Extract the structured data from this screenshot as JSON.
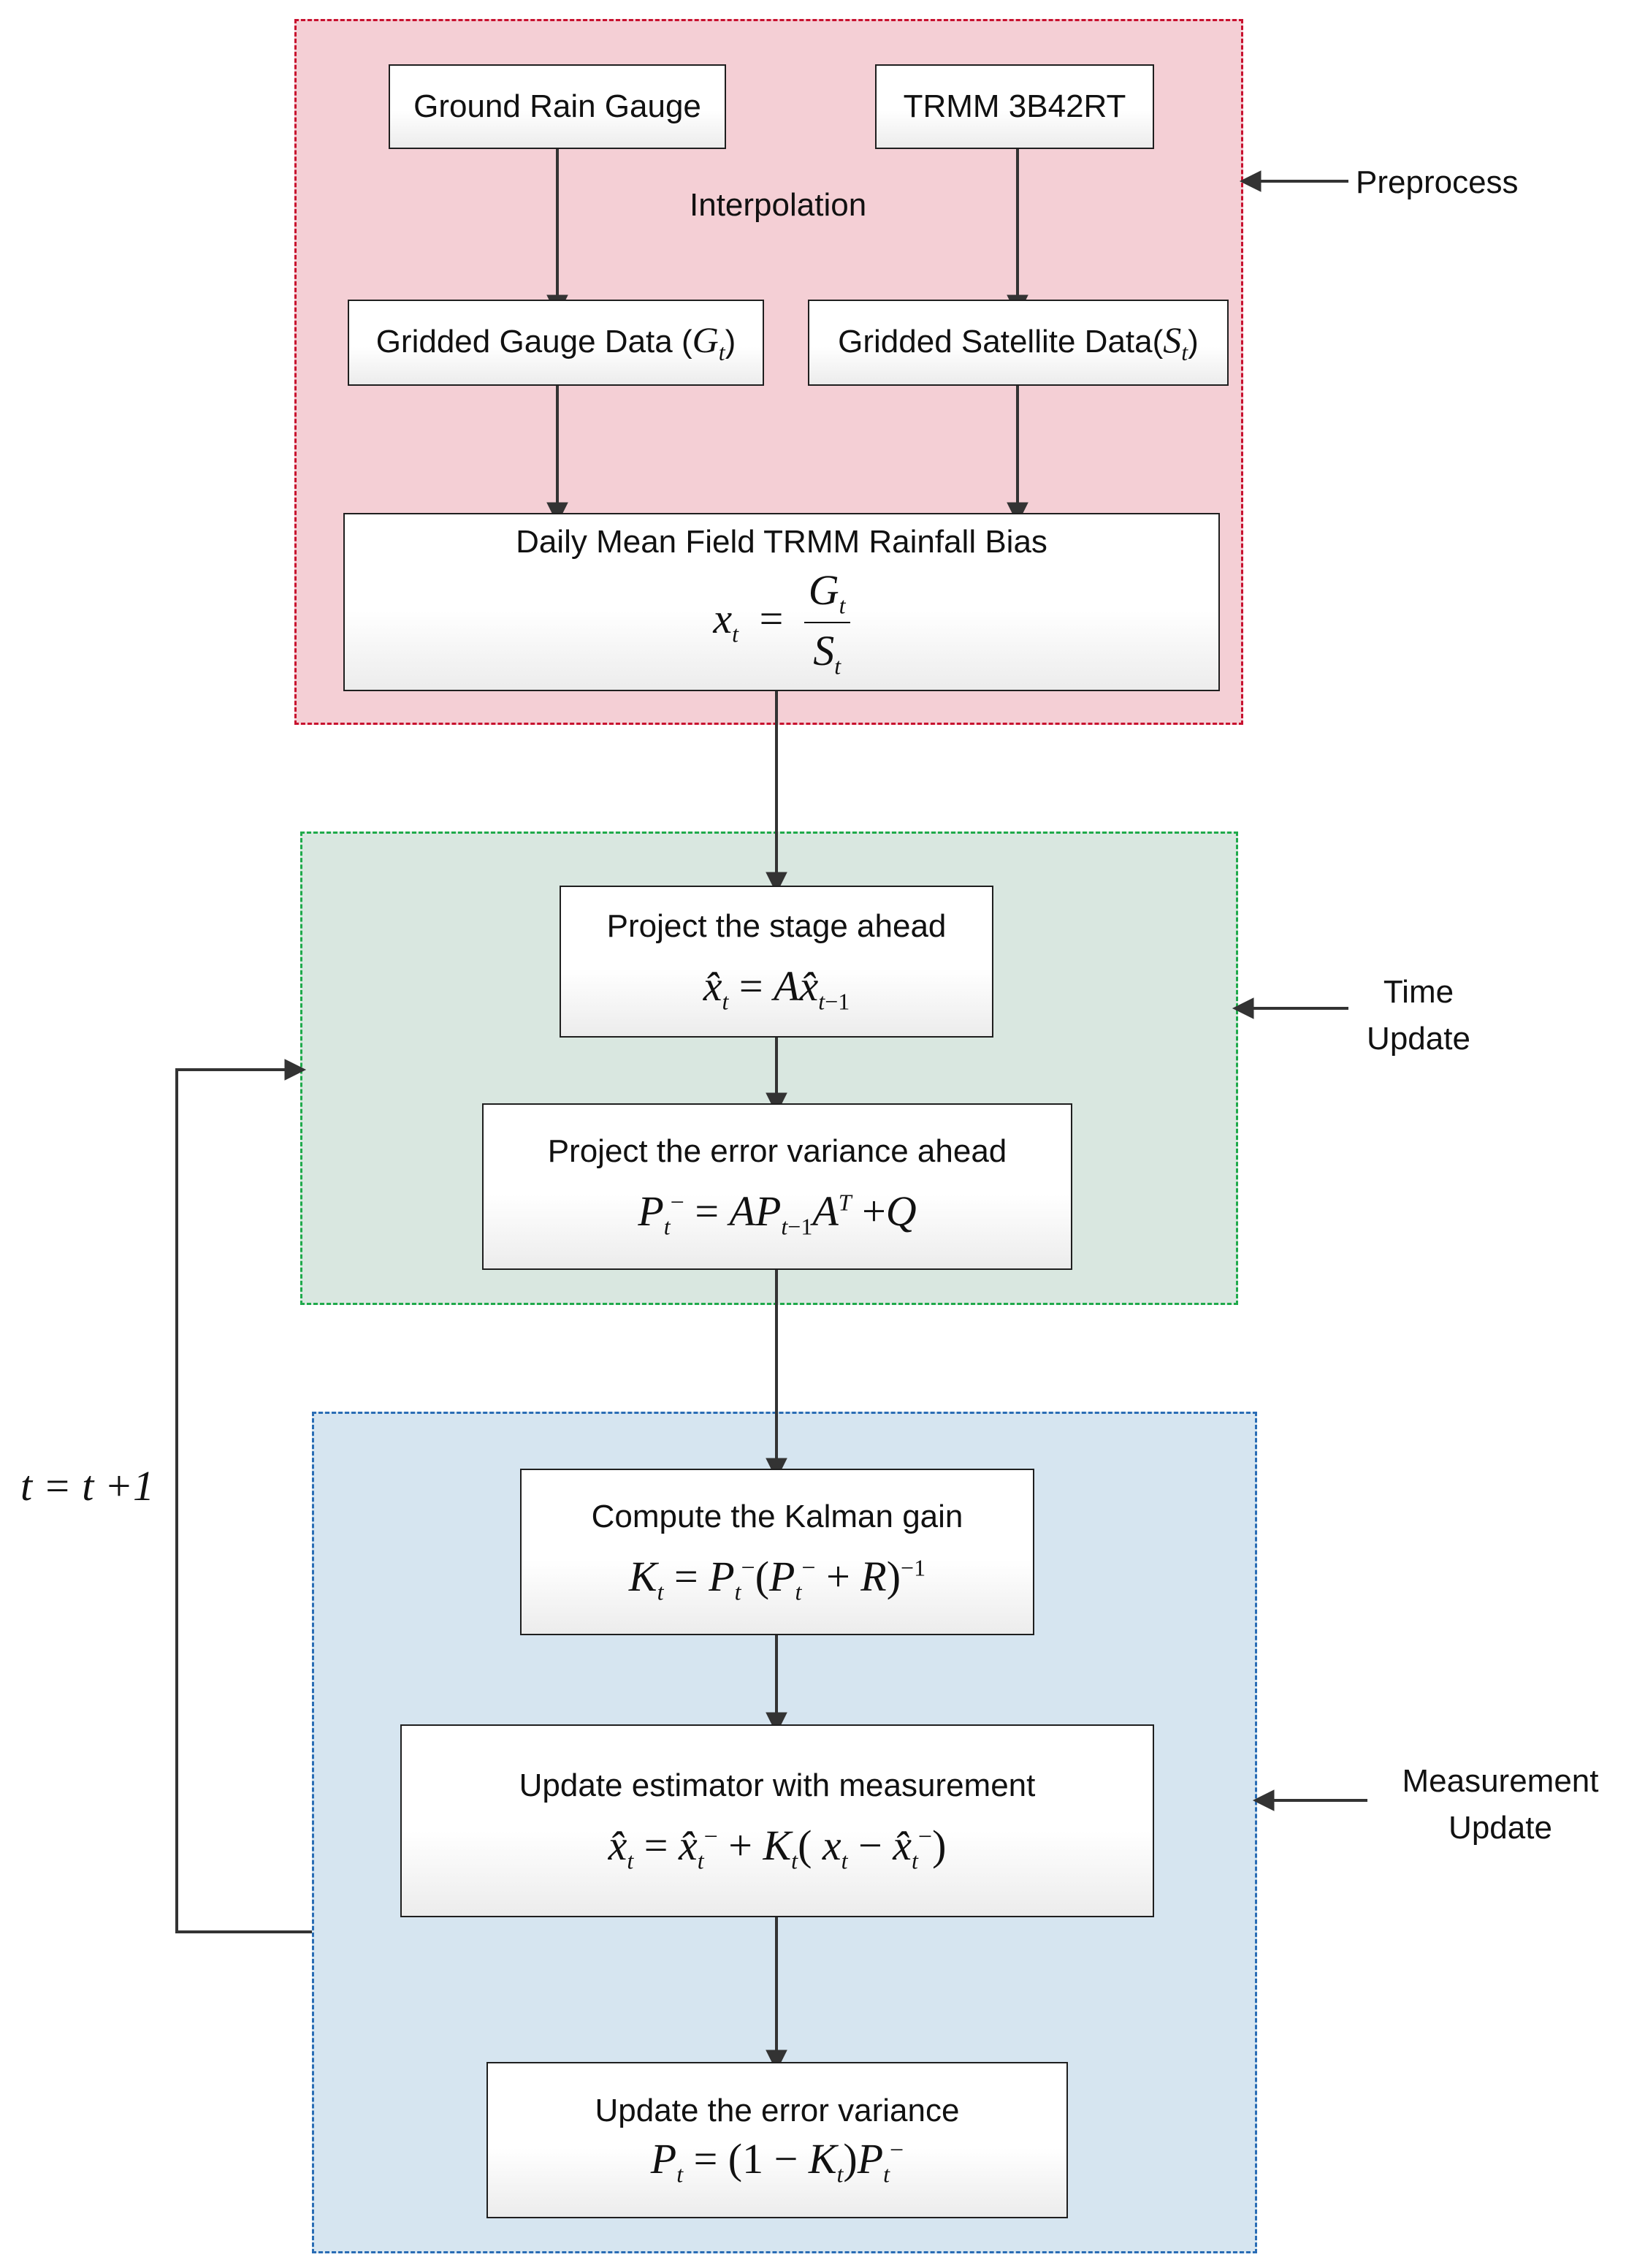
{
  "regions": {
    "preprocess": {
      "fill": "#f4cfd5",
      "border_color": "#c8102e",
      "label": "Preprocess"
    },
    "time_update": {
      "fill": "#d9e7e0",
      "border_color": "#1faa4b",
      "label_line1": "Time",
      "label_line2": "Update"
    },
    "measurement_update": {
      "fill": "#d6e5f0",
      "border_color": "#2a6db5",
      "label_line1": "Measurement",
      "label_line2": "Update"
    }
  },
  "nodes": {
    "ground_rain_gauge": "Ground Rain Gauge",
    "trmm_3b42rt": "TRMM 3B42RT",
    "interpolation": "Interpolation",
    "gridded_gauge": {
      "text": "Gridded Gauge Data (",
      "sym": "G",
      "sub": "t",
      "close": ")"
    },
    "gridded_satellite": {
      "text": "Gridded Satellite Data(",
      "sym": "S",
      "sub": "t",
      "close": ")"
    },
    "mean_field_bias": {
      "title": "Daily Mean Field TRMM Rainfall Bias",
      "lhs": "x",
      "lhs_sub": "t",
      "eq": "=",
      "num": "G",
      "num_sub": "t",
      "den": "S",
      "den_sub": "t"
    },
    "project_stage": {
      "title": "Project the stage ahead"
    },
    "project_error": {
      "title": "Project the error variance ahead"
    },
    "kalman_gain": {
      "title": "Compute the Kalman gain"
    },
    "update_estimator": {
      "title": "Update estimator with measurement"
    },
    "update_error": {
      "title": "Update the error variance"
    }
  },
  "loop_label": "t = t +1",
  "line_color": "#333333"
}
